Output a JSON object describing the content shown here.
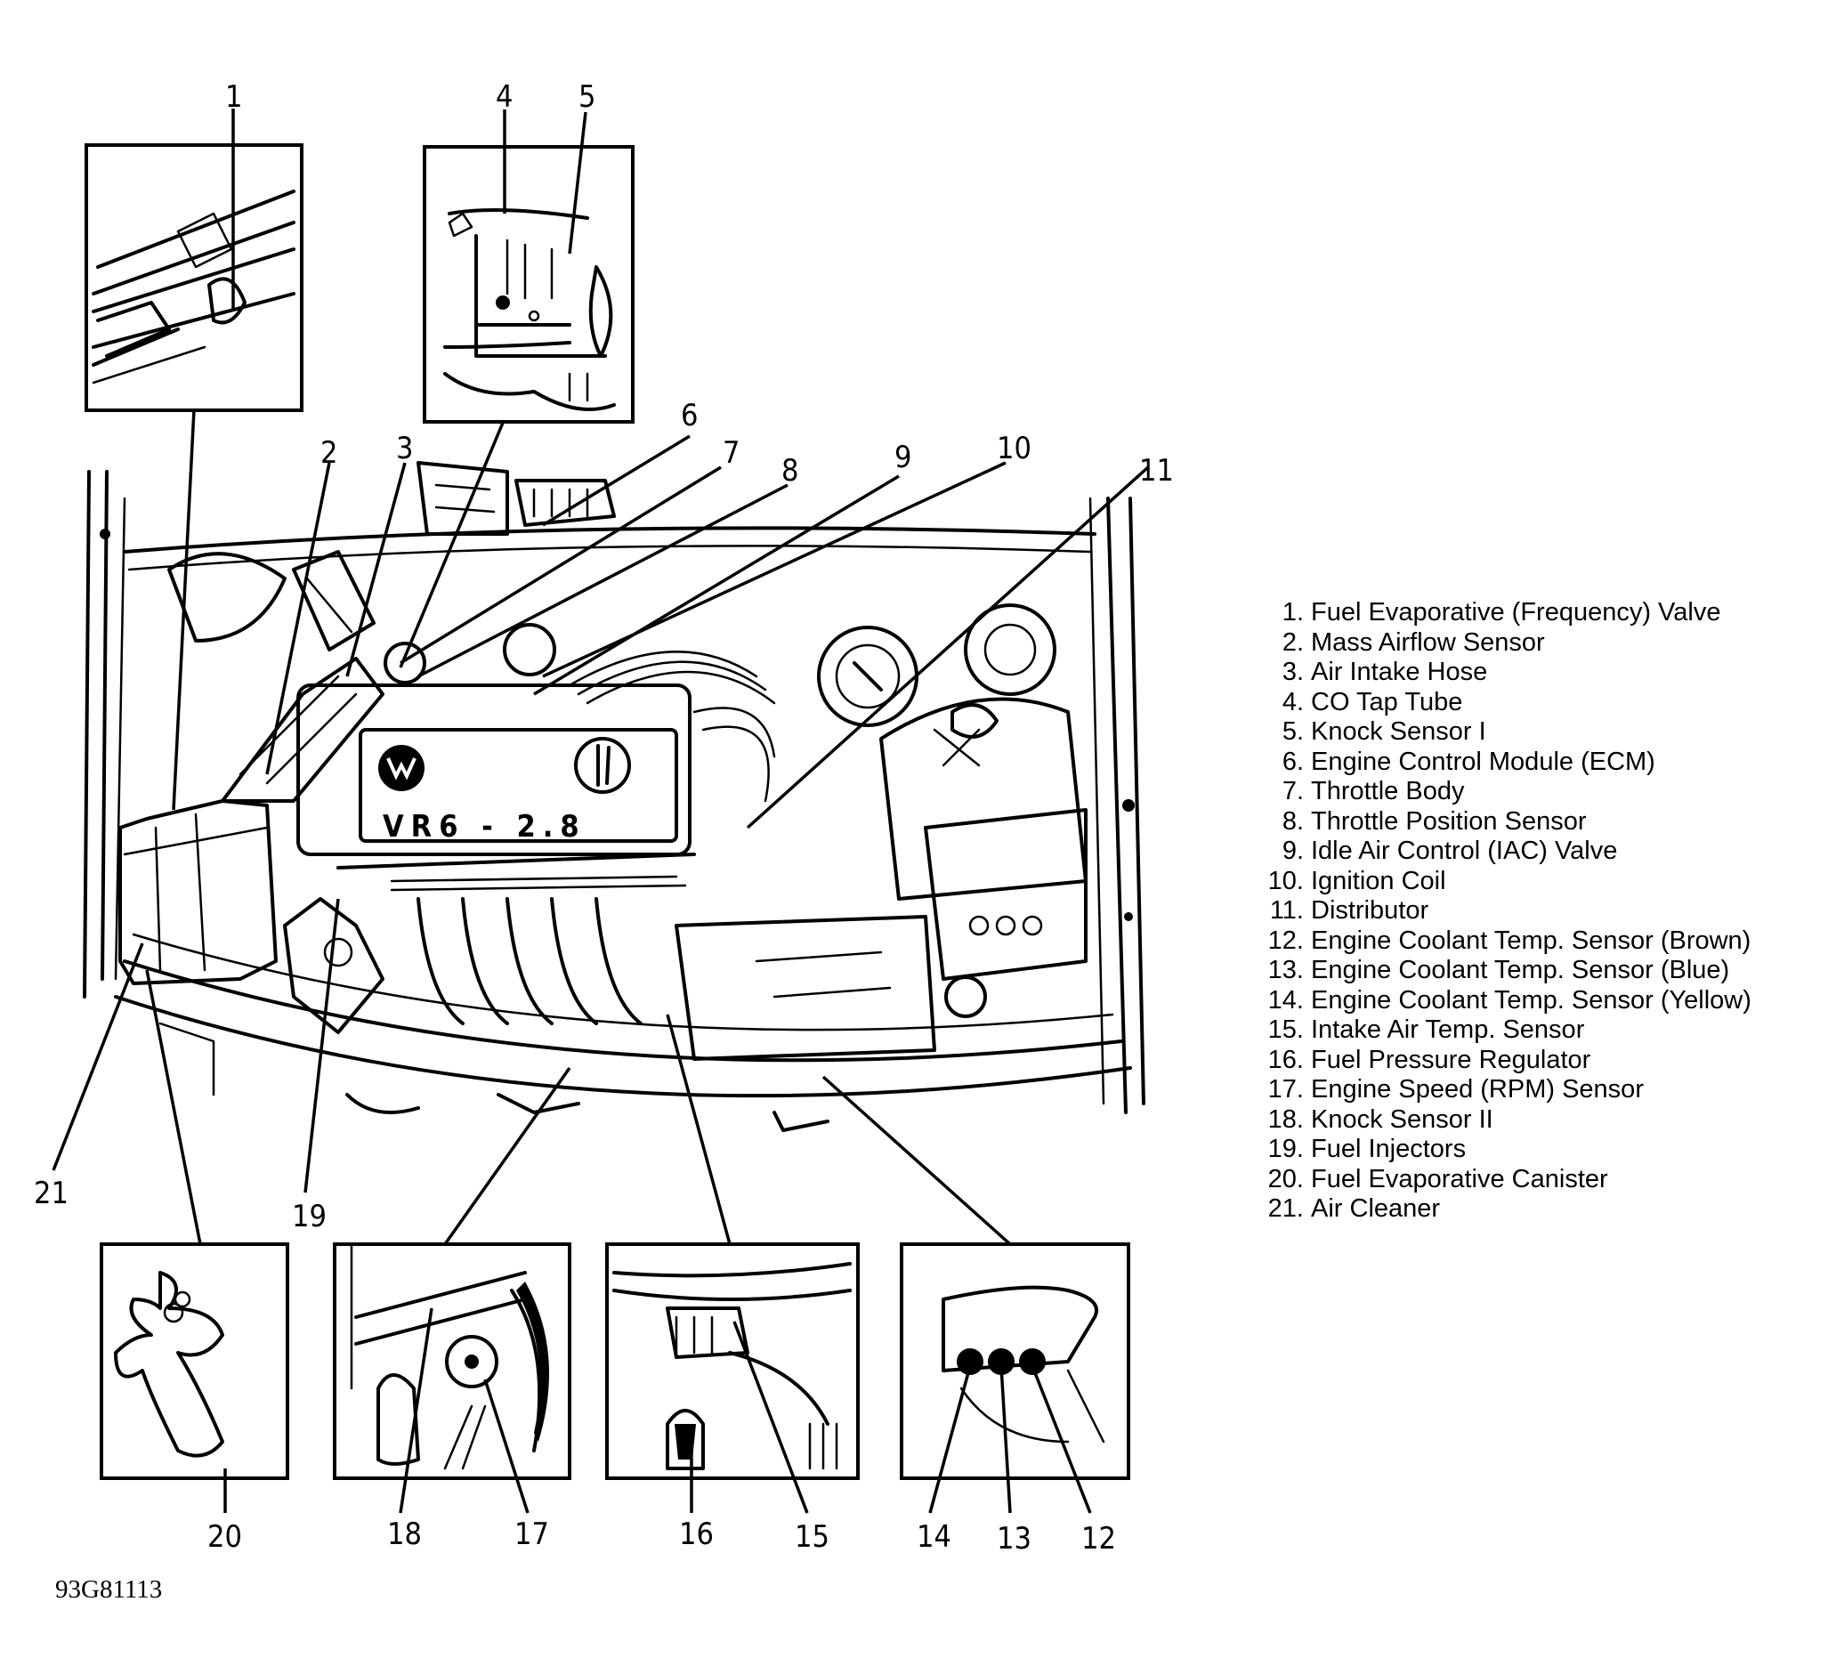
{
  "figure": {
    "id": "93G81113",
    "engine_cover_text": "VR6 - 2.8",
    "description": "Engine compartment component locator with detail insets"
  },
  "callouts": {
    "c1": "1",
    "c2": "2",
    "c3": "3",
    "c4": "4",
    "c5": "5",
    "c6": "6",
    "c7": "7",
    "c8": "8",
    "c9": "9",
    "c10": "10",
    "c11": "11",
    "c12": "12",
    "c13": "13",
    "c14": "14",
    "c15": "15",
    "c16": "16",
    "c17": "17",
    "c18": "18",
    "c19": "19",
    "c20": "20",
    "c21": "21"
  },
  "legend": [
    {
      "num": "1.",
      "label": "Fuel Evaporative (Frequency) Valve"
    },
    {
      "num": "2.",
      "label": "Mass Airflow Sensor"
    },
    {
      "num": "3.",
      "label": "Air Intake Hose"
    },
    {
      "num": "4.",
      "label": "CO Tap Tube"
    },
    {
      "num": "5.",
      "label": "Knock Sensor I"
    },
    {
      "num": "6.",
      "label": "Engine Control Module (ECM)"
    },
    {
      "num": "7.",
      "label": "Throttle Body"
    },
    {
      "num": "8.",
      "label": "Throttle Position Sensor"
    },
    {
      "num": "9.",
      "label": "Idle Air Control (IAC) Valve"
    },
    {
      "num": "10.",
      "label": "Ignition Coil"
    },
    {
      "num": "11.",
      "label": "Distributor"
    },
    {
      "num": "12.",
      "label": "Engine Coolant Temp. Sensor (Brown)"
    },
    {
      "num": "13.",
      "label": "Engine Coolant Temp. Sensor (Blue)"
    },
    {
      "num": "14.",
      "label": "Engine Coolant Temp. Sensor (Yellow)"
    },
    {
      "num": "15.",
      "label": "Intake Air Temp. Sensor"
    },
    {
      "num": "16.",
      "label": "Fuel Pressure Regulator"
    },
    {
      "num": "17.",
      "label": "Engine Speed (RPM) Sensor"
    },
    {
      "num": "18.",
      "label": "Knock Sensor II"
    },
    {
      "num": "19.",
      "label": "Fuel Injectors"
    },
    {
      "num": "20.",
      "label": "Fuel Evaporative Canister"
    },
    {
      "num": "21.",
      "label": "Air Cleaner"
    }
  ]
}
